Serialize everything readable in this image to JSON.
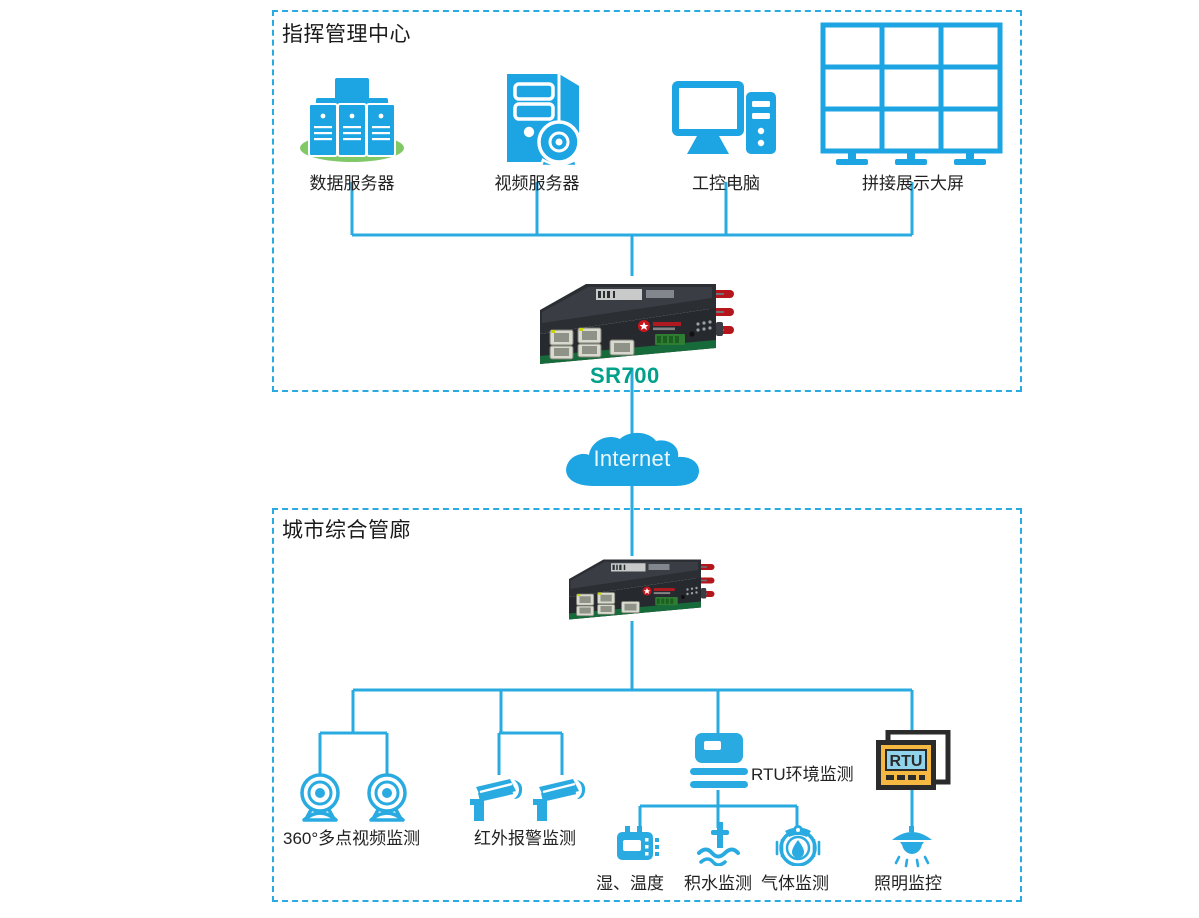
{
  "diagram": {
    "title_top": "指挥管理中心",
    "title_bottom": "城市综合管廊",
    "accent": "#29abe2",
    "device_label_color": "#00a08a",
    "cloud_label": "Internet"
  },
  "top_zone": {
    "label": "指挥管理中心",
    "nodes": [
      {
        "id": "data-server",
        "label": "数据服务器",
        "icon": "server-stack-icon"
      },
      {
        "id": "video-server",
        "label": "视频服务器",
        "icon": "video-server-icon"
      },
      {
        "id": "ipc",
        "label": "工控电脑",
        "icon": "industrial-pc-icon"
      },
      {
        "id": "video-wall",
        "label": "拼接展示大屏",
        "icon": "video-wall-icon"
      }
    ],
    "router": {
      "id": "router-top",
      "label": "SR700",
      "icon": "industrial-router-icon"
    }
  },
  "cloud": {
    "label": "Internet",
    "icon": "cloud-icon"
  },
  "bottom_zone": {
    "label": "城市综合管廊",
    "router": {
      "id": "router-bottom",
      "label": "",
      "icon": "industrial-router-icon"
    },
    "groups": [
      {
        "id": "panoramic-video",
        "label": "360°多点视频监测",
        "nodes": [
          {
            "id": "webcam-1",
            "icon": "dome-camera-icon"
          },
          {
            "id": "webcam-2",
            "icon": "dome-camera-icon"
          }
        ]
      },
      {
        "id": "infrared-alarm",
        "label": "红外报警监测",
        "nodes": [
          {
            "id": "bullet-camera-1",
            "icon": "bullet-camera-icon"
          },
          {
            "id": "bullet-camera-2",
            "icon": "bullet-camera-icon"
          }
        ]
      },
      {
        "id": "rtu-environment",
        "label": "RTU环境监测",
        "icon": "rtu-gateway-icon",
        "nodes": [
          {
            "id": "temp-humidity",
            "label": "湿、温度",
            "icon": "humidity-temperature-sensor-icon"
          },
          {
            "id": "water-level",
            "label": "积水监测",
            "icon": "water-level-sensor-icon"
          },
          {
            "id": "gas-monitor",
            "label": "气体监测",
            "icon": "gas-sensor-icon"
          }
        ]
      },
      {
        "id": "lighting-control",
        "label": "照明监控",
        "icon": "rtu-panel-icon",
        "panel_text": "RTU",
        "nodes": [
          {
            "id": "lamp",
            "label": "照明监控",
            "icon": "lamp-icon"
          }
        ]
      }
    ]
  }
}
